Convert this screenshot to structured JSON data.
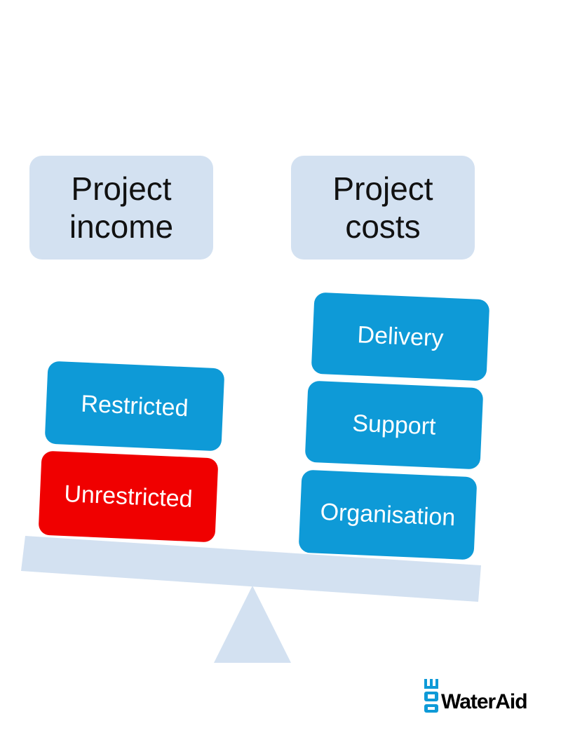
{
  "headers": {
    "income": [
      "Project",
      "income"
    ],
    "costs": [
      "Project",
      "costs"
    ]
  },
  "income_blocks": [
    {
      "label": "Restricted",
      "color": "#0e9ad7"
    },
    {
      "label": "Unrestricted",
      "color": "#f00000"
    }
  ],
  "cost_blocks": [
    {
      "label": "Delivery",
      "color": "#0e9ad7"
    },
    {
      "label": "Support",
      "color": "#0e9ad7"
    },
    {
      "label": "Organisation",
      "color": "#0e9ad7"
    }
  ],
  "colors": {
    "header_fill": "#d3e1f1",
    "scale_fill": "#d3e1f1",
    "block_blue": "#0e9ad7",
    "block_red": "#f00000",
    "logo_blue": "#0e9ad7"
  },
  "logo": {
    "text": "WaterAid"
  }
}
